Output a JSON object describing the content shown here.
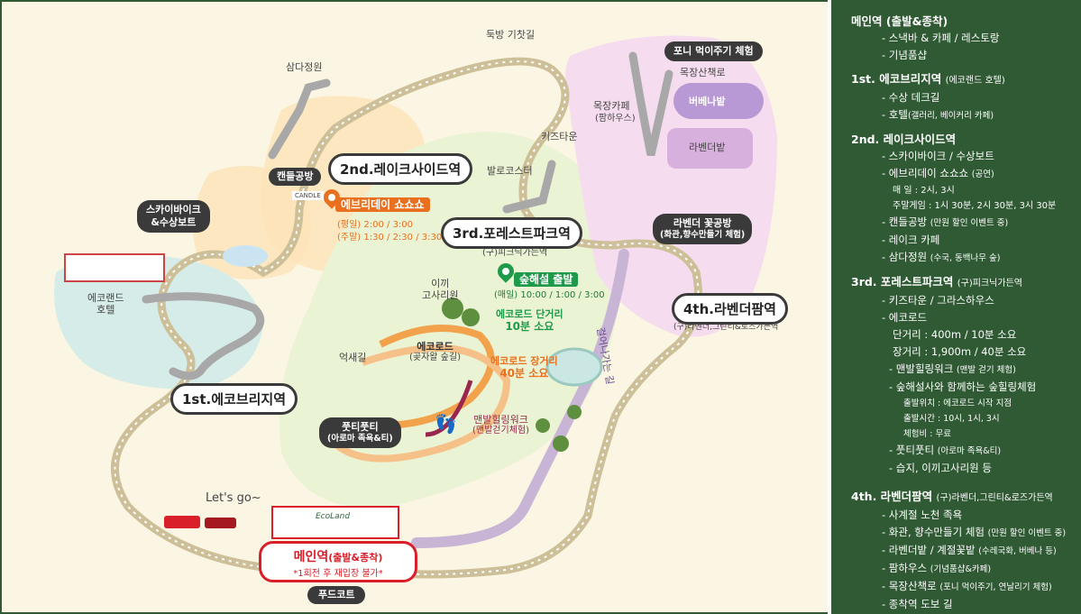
{
  "map": {
    "labels": {
      "dukbang": "둑방 기찻길",
      "samda": "삼다정원",
      "candle": "캔들공방",
      "kids": "키즈타운",
      "balloon": "발로코스터",
      "mokjang_road": "목장산책로",
      "mokjang_cafe": "목장카페",
      "farmhouse": "(팜하우스)",
      "verbena": "버베나밭",
      "lavender_field": "라벤더밭",
      "ecoland_hotel_1": "에코랜드",
      "ecoland_hotel_2": "호텔",
      "moss_1": "이끼",
      "moss_2": "고사리원",
      "eoksae": "억새길",
      "ecoroad": "에코로드",
      "ecoroad_sub": "(곶자왈 숲길)",
      "walk_path": "걸어나가는 길",
      "lets_go": "Let's go~",
      "candle_sign": "CANDLE",
      "ecoland_sign": "EcoLand"
    },
    "stations": {
      "lakeside": "2nd.레이크사이드역",
      "forest": "3rd.포레스트파크역",
      "forest_sub": "(구)피크닉가든역",
      "lavender": "4th.라벤더팜역",
      "lavender_sub": "(구)라벤더,그린티&로즈가든역",
      "ecobridge": "1st.에코브리지역",
      "main": "메인역",
      "main_paren": "(출발&종착)",
      "main_note": "*1회전 후 재입장 불가*"
    },
    "pills": {
      "pony": "포니 먹이주기 체험",
      "skybike_1": "스카이바이크",
      "skybike_2": "&수상보트",
      "lavender_workshop_1": "라벤더 꽃공방",
      "lavender_workshop_2": "(화관,향수만들기 체험)",
      "footy_1": "풋티풋티",
      "footy_2": "(아로마 족욕&티)",
      "foodcourt": "푸드코트"
    },
    "events": {
      "everyday_title": "에브리데이 쇼쇼쇼",
      "weekday": "(평일) 2:00 / 3:00",
      "weekend": "(주말) 1:30 / 2:30 / 3:30",
      "forest_title": "숲해설 출발",
      "forest_times": "(매일) 10:00 / 1:00 / 3:00",
      "short_title": "에코로드 단거리",
      "short_time": "10분 소요",
      "long_title": "에코로드 장거리",
      "long_time": "40분 소요",
      "barefoot_title": "맨발힐링워크",
      "barefoot_sub": "(맨발걷기체험)"
    }
  },
  "sidebar": {
    "sections": [
      {
        "heading": "메인역 (출발&종착)",
        "items": [
          "- 스낵바 & 카페 / 레스토랑",
          "- 기념품샵"
        ]
      },
      {
        "heading": "1st. 에코브리지역",
        "heading_note": "(에코랜드 호텔)",
        "items": [
          "- 수상 데크길",
          "- 호텔"
        ],
        "item_notes": [
          "",
          "(갤러리, 베이커리 카페)"
        ]
      },
      {
        "heading": "2nd. 레이크사이드역",
        "items": [
          "- 스카이바이크 / 수상보트",
          "- 에브리데이 쇼쇼쇼"
        ],
        "item_notes": [
          "",
          "(공연)"
        ],
        "schedule": [
          "매        일 : 2시, 3시",
          "주말게임 : 1시 30분, 2시 30분, 3시 30분"
        ],
        "items2": [
          "- 캔들공방",
          "- 레이크 카페",
          "- 삼다정원"
        ],
        "items2_notes": [
          "(만원 할인 이벤트 중)",
          "",
          "(수국, 동백나무 숲)"
        ]
      },
      {
        "heading": "3rd. 포레스트파크역",
        "heading_note": "(구)피크닉가든역",
        "items": [
          "- 키즈타운 / 그라스하우스",
          "- 에코로드"
        ],
        "distances": [
          "단거리 : 400m / 10분 소요",
          "장거리 : 1,900m / 40분 소요"
        ],
        "items2": [
          "- 맨발힐링워크",
          "- 숲해설사와 함께하는 숲힐링체험"
        ],
        "items2_notes": [
          "(맨발 걷기 체험)",
          ""
        ],
        "details": [
          "출발위치 : 에코로드 시작 지점",
          "출발시간 : 10시, 1시, 3시",
          "체험비 : 무료"
        ],
        "items3": [
          "- 풋티풋티",
          "- 습지, 이끼고사리원 등"
        ],
        "items3_notes": [
          "(아로마 족욕&티)",
          ""
        ]
      },
      {
        "heading": "4th. 라벤더팜역",
        "heading_note": "(구)라벤더,그린티&로즈가든역",
        "items": [
          "- 사계절 노천 족욕",
          "- 화관, 향수만들기 체험",
          "- 라벤더밭 / 계절꽃밭",
          "- 팜하우스",
          "- 목장산책로",
          "- 종착역 도보 길"
        ],
        "item_notes": [
          "",
          "(만원 할인 이벤트 중)",
          "(수레국화, 버베나 등)",
          "(기념품샵&카페)",
          "(포니 먹이주기, 연날리기 체험)",
          ""
        ]
      }
    ]
  },
  "colors": {
    "sidebar_bg": "#2f5a34",
    "main_station_border": "#d9202a",
    "event_orange": "#e8701e",
    "forest_green": "#1f9a4a",
    "lavender": "#d8a6d9",
    "track": "#cdbf98"
  }
}
